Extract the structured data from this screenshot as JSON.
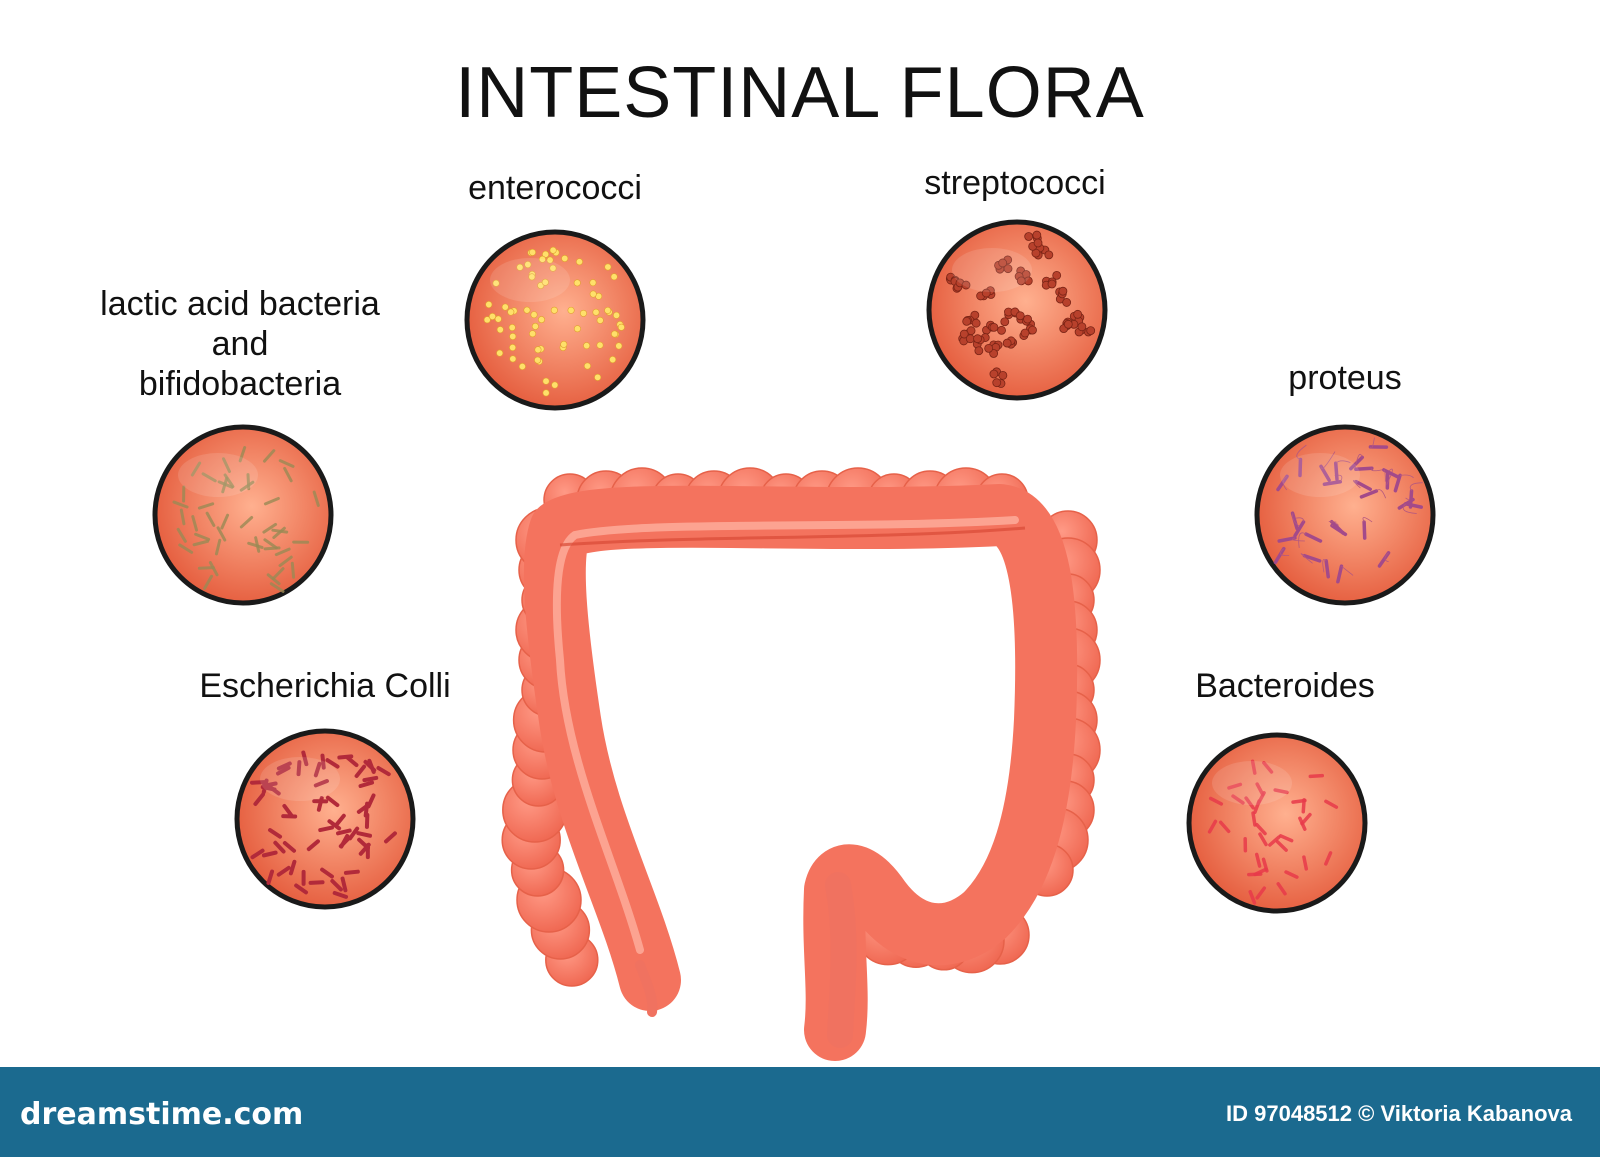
{
  "title": "INTESTINAL FLORA",
  "colors": {
    "tissue": "#f4735e",
    "tissue_dark": "#e85b46",
    "dish_fill": "#ec6a4a",
    "dish_rim": "#1a1a1a",
    "footer": "#1b6a8f"
  },
  "labels": {
    "enterococci": "enterococci",
    "streptococci": "streptococci",
    "lactic_1": "lactic acid bacteria",
    "lactic_2": "and",
    "lactic_3": "bifidobacteria",
    "proteus": "proteus",
    "ecoli": "Escherichia Colli",
    "bacteroides": "Bacteroides"
  },
  "footer": {
    "brand": "dreamstime.com",
    "credit": "ID 97048512 © Viktoria Kabanova"
  }
}
